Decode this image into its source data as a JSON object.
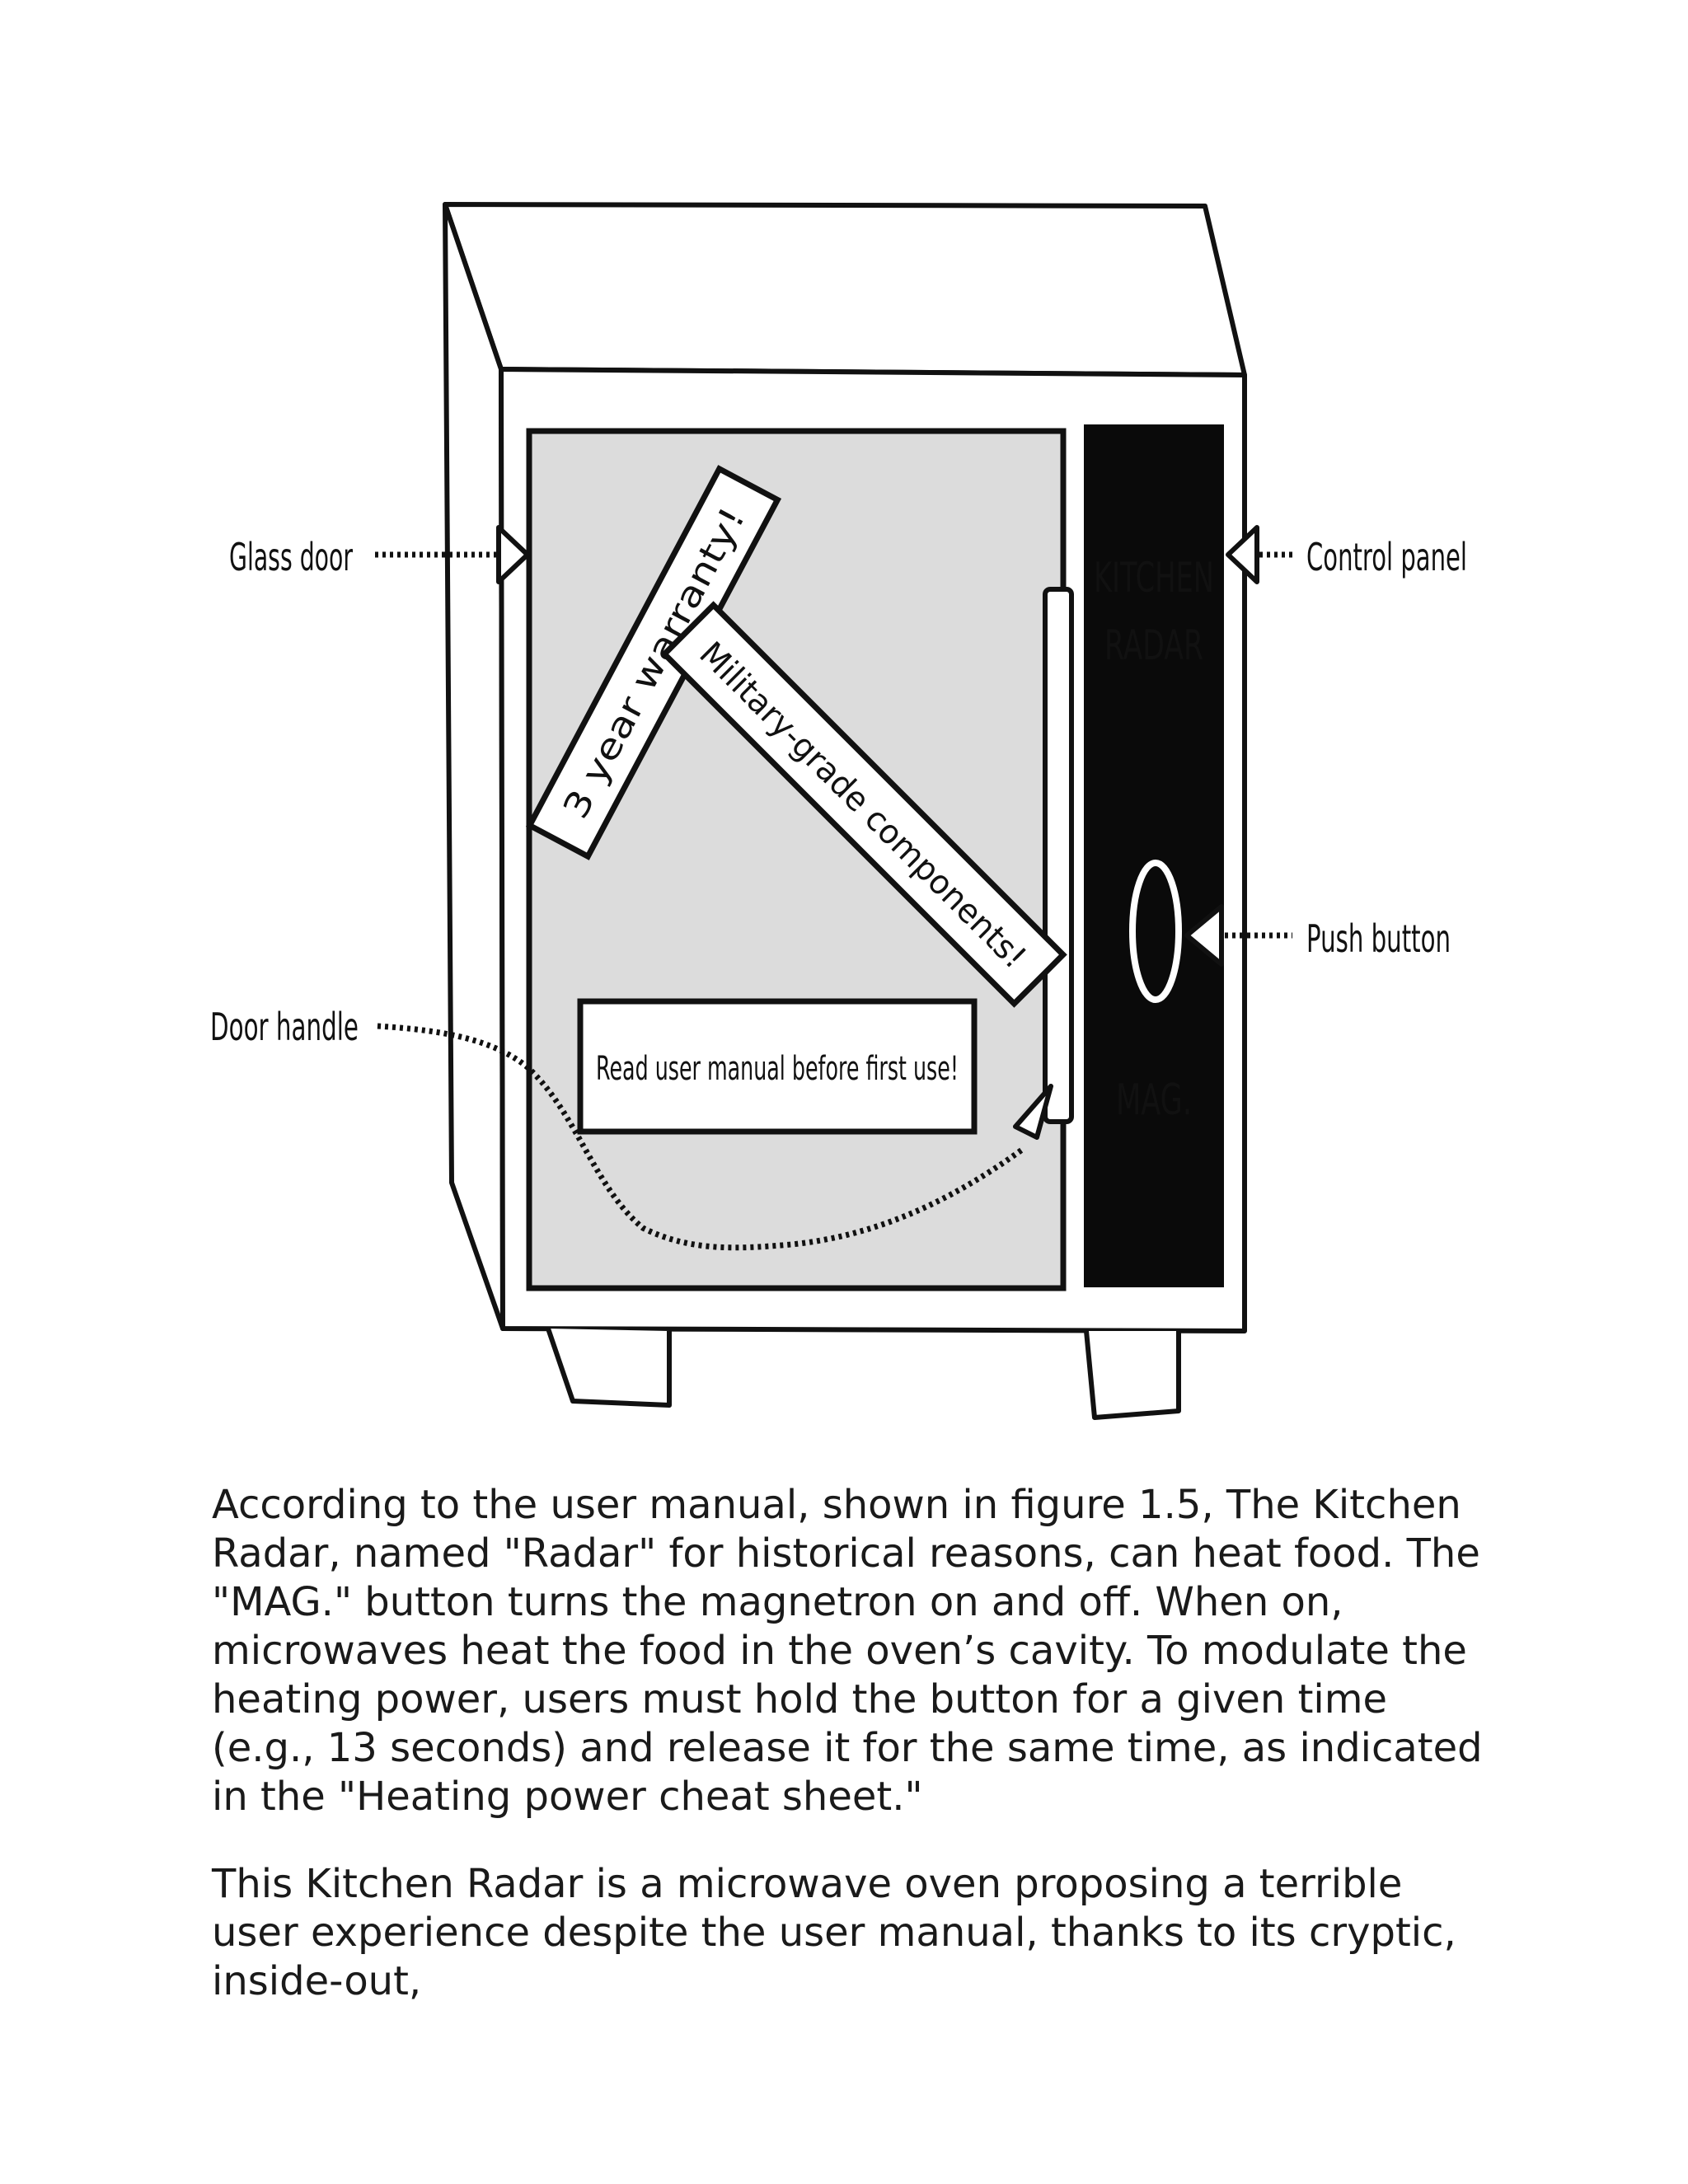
{
  "figure": {
    "brand_line1": "KITCHEN",
    "brand_line2": "RADAR",
    "button_label": "MAG.",
    "sticker_warranty": "3 year warranty!",
    "sticker_military": "Military-grade components!",
    "sticker_manual": "Read user manual before first use!",
    "callout_glass_door": "Glass door",
    "callout_control_panel": "Control panel",
    "callout_push_button": "Push button",
    "callout_door_handle": "Door handle",
    "colors": {
      "glass": "#dcdcdc",
      "panel": "#0a0a0a",
      "ink": "#111111"
    }
  },
  "body": {
    "paragraph_1": "According to the user manual, shown in figure 1.5, The Kitchen Radar, named \"Radar\" for historical reasons, can heat food. The \"MAG.\" button turns the magnetron on and off. When on, microwaves heat the food in the oven’s cavity. To modulate the heating power, users must hold the button for a given time (e.g., 13 seconds) and release it for the same time, as indicated in the \"Heating power cheat sheet.\"",
    "paragraph_2": "This Kitchen Radar is a microwave oven proposing a terrible user experience despite the user manual, thanks to its cryptic, inside-out,"
  }
}
